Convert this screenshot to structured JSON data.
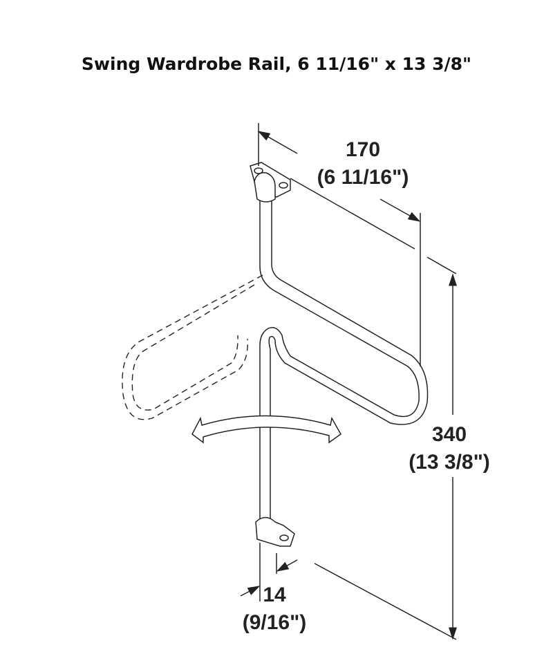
{
  "title": "Swing Wardrobe Rail, 6 11/16\" x 13 3/8\"",
  "dimensions": {
    "width": {
      "metric": "170",
      "imperial": "(6 11/16\")"
    },
    "height": {
      "metric": "340",
      "imperial": "(13 3/8\")"
    },
    "diameter": {
      "metric": "14",
      "imperial": "(9/16\")"
    }
  },
  "colors": {
    "line": "#222222",
    "background": "#ffffff"
  }
}
